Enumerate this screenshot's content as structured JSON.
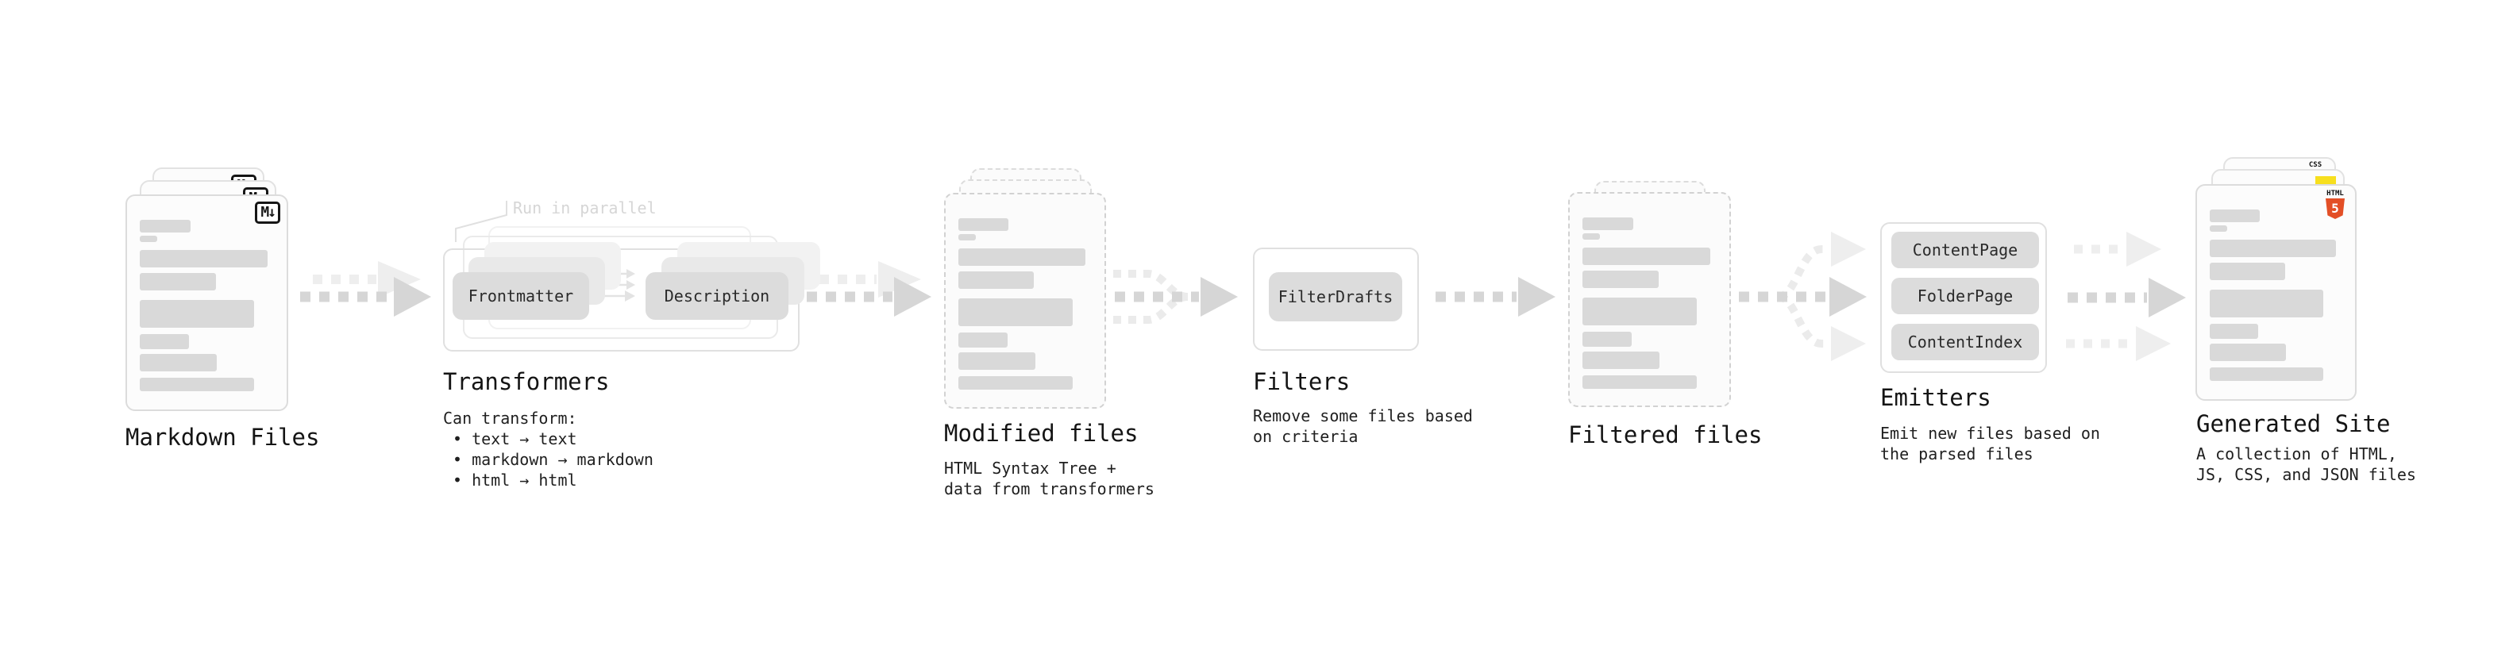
{
  "palette": {
    "arrow_dark": "#d6d6d6",
    "arrow_light": "#eeeeee",
    "card_border": "#dcdcdc",
    "bar_fill": "#d9d9d9",
    "button_fill": "#dcdcdc",
    "html5_orange": "#e34f26",
    "js_yellow": "#f7df1e",
    "css_blue": "#2965f1"
  },
  "nodes": {
    "markdown": {
      "label": "Markdown Files",
      "badge": "M↓"
    },
    "transformers": {
      "label": "Transformers",
      "annotation": "Run in parallel",
      "buttons": [
        "Frontmatter",
        "Description"
      ],
      "desc_title": "Can transform:",
      "bullets": [
        "• text → text",
        "• markdown → markdown",
        "• html → html"
      ]
    },
    "modified": {
      "label": "Modified files",
      "desc": [
        "HTML Syntax Tree +",
        "data from transformers"
      ]
    },
    "filters": {
      "label": "Filters",
      "buttons": [
        "FilterDrafts"
      ],
      "desc": [
        "Remove some files based",
        "on criteria"
      ]
    },
    "filtered": {
      "label": "Filtered files"
    },
    "emitters": {
      "label": "Emitters",
      "buttons": [
        "ContentPage",
        "FolderPage",
        "ContentIndex"
      ],
      "desc": [
        "Emit new files based on",
        "the parsed files"
      ]
    },
    "generated": {
      "label": "Generated Site",
      "html_badge_text": "HTML",
      "html_badge_number": "5",
      "css_badge_text": "CSS",
      "desc": [
        "A collection of HTML,",
        "JS, CSS, and JSON files"
      ]
    }
  },
  "card_bars": [
    {
      "w": "38%",
      "h": 16,
      "gap": 4
    },
    {
      "w": "13%",
      "h": 8,
      "gap": 10
    },
    {
      "w": "96%",
      "h": 22,
      "gap": 7
    },
    {
      "w": "57%",
      "h": 22,
      "gap": 12
    },
    {
      "w": "86%",
      "h": 35,
      "gap": 8
    },
    {
      "w": "37%",
      "h": 19,
      "gap": 6
    },
    {
      "w": "58%",
      "h": 22,
      "gap": 8
    },
    {
      "w": "86%",
      "h": 17,
      "gap": 0
    }
  ]
}
